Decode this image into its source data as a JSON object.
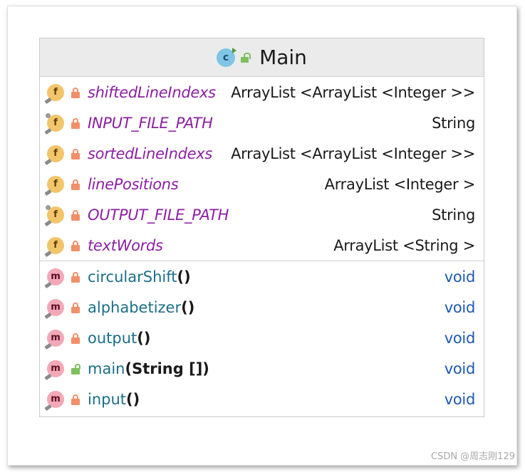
{
  "class": {
    "name": "Main",
    "icon": "class-c-icon",
    "visibility_icon": "unlock-icon"
  },
  "fields": [
    {
      "name": "shiftedLineIndexs",
      "type": "ArrayList <ArrayList <Integer >>",
      "final": false
    },
    {
      "name": "INPUT_FILE_PATH",
      "type": "String",
      "final": true
    },
    {
      "name": "sortedLineIndexs",
      "type": "ArrayList <ArrayList <Integer >>",
      "final": false
    },
    {
      "name": "linePositions",
      "type": "ArrayList <Integer >",
      "final": false
    },
    {
      "name": "OUTPUT_FILE_PATH",
      "type": "String",
      "final": true
    },
    {
      "name": "textWords",
      "type": "ArrayList <String >",
      "final": false
    }
  ],
  "methods": [
    {
      "name": "circularShift",
      "params": "()",
      "return": "void",
      "visibility": "private"
    },
    {
      "name": "alphabetizer",
      "params": "()",
      "return": "void",
      "visibility": "private"
    },
    {
      "name": "output",
      "params": "()",
      "return": "void",
      "visibility": "private"
    },
    {
      "name": "main",
      "params": "(String [])",
      "return": "void",
      "visibility": "public"
    },
    {
      "name": "input",
      "params": "()",
      "return": "void",
      "visibility": "private"
    }
  ],
  "watermark": "CSDN @周志刚129",
  "colors": {
    "field_name": "#8b1fa0",
    "method_name": "#1a6f86",
    "void": "#1e58b4",
    "private_lock": "#f0906a",
    "public_lock": "#7dbf5c",
    "field_icon": "#f2c56a",
    "method_icon": "#f3a8b8",
    "class_icon": "#7fc5e6"
  }
}
